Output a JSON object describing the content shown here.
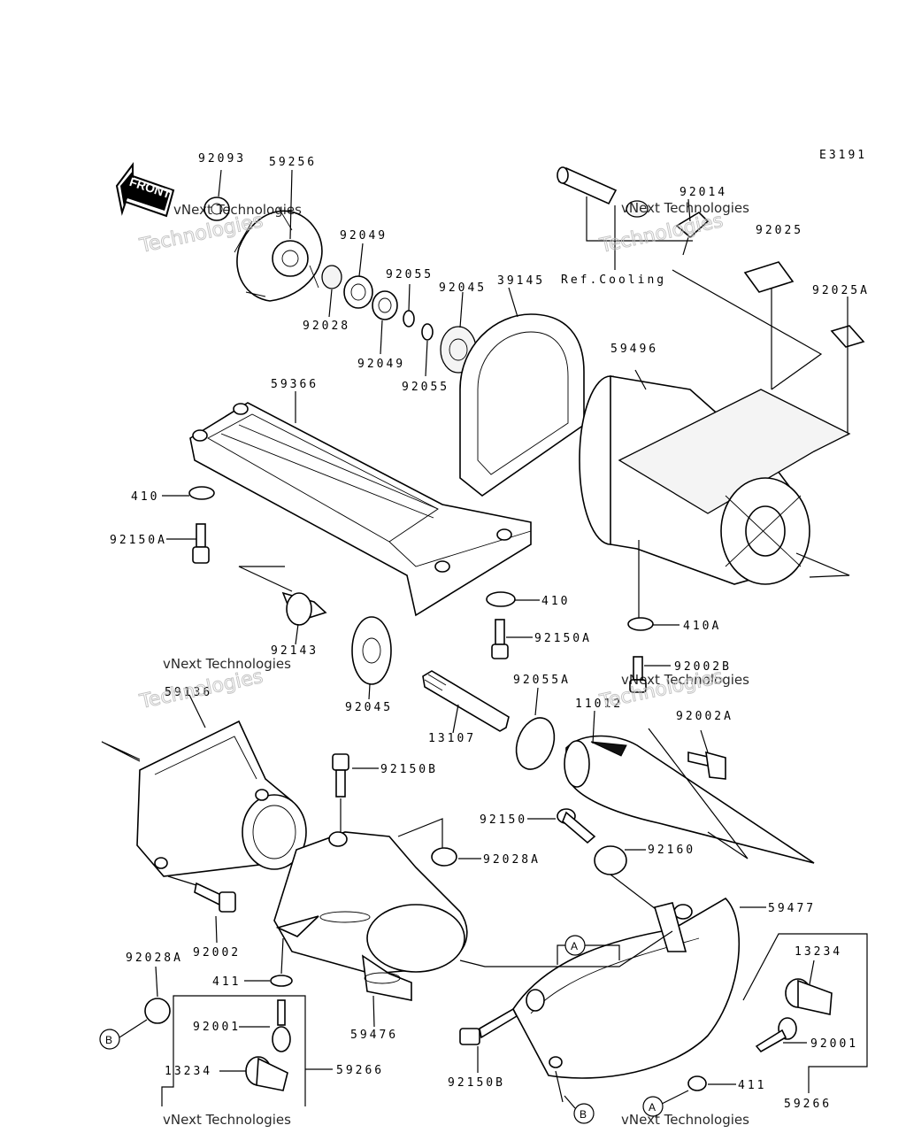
{
  "diagram_code": "E3191",
  "front_arrow_label": "FRONT",
  "ref_cooling_label": "Ref.Cooling",
  "watermark_line1": "vNext Technologies",
  "watermark_line2": "Technologies",
  "callout_a": "A",
  "callout_b": "B",
  "part_labels": {
    "p92093": "92093",
    "p59256": "59256",
    "p92049_top": "92049",
    "p92028": "92028",
    "p92049_bot": "92049",
    "p92055_top": "92055",
    "p92045_top": "92045",
    "p92055_bot": "92055",
    "p39145": "39145",
    "p92014": "92014",
    "p92025": "92025",
    "p92025A": "92025A",
    "p59496": "59496",
    "p59366": "59366",
    "p410_left": "410",
    "p92150A_left": "92150A",
    "p410_mid": "410",
    "p92150A_mid": "92150A",
    "p410A": "410A",
    "p92002B": "92002B",
    "p92143": "92143",
    "p92045_bot": "92045",
    "p92055A": "92055A",
    "p11012": "11012",
    "p92002A": "92002A",
    "p59136": "59136",
    "p13107": "13107",
    "p92150B_top": "92150B",
    "p92150": "92150",
    "p92160": "92160",
    "p92028A_mid": "92028A",
    "p59477": "59477",
    "p92002": "92002",
    "p92028A_left": "92028A",
    "p411_left": "411",
    "p59476": "59476",
    "p13234_right": "13234",
    "p92001_right": "92001",
    "p59266_right": "59266",
    "p92001_left": "92001",
    "p13234_left": "13234",
    "p59266_left": "59266",
    "p92150B_bot": "92150B",
    "p411_right": "411"
  }
}
